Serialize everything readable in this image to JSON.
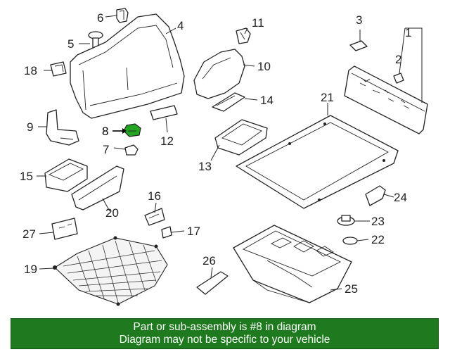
{
  "callouts": [
    {
      "id": "1",
      "label": "1"
    },
    {
      "id": "2",
      "label": "2"
    },
    {
      "id": "3",
      "label": "3"
    },
    {
      "id": "4",
      "label": "4"
    },
    {
      "id": "5",
      "label": "5"
    },
    {
      "id": "6",
      "label": "6"
    },
    {
      "id": "7",
      "label": "7"
    },
    {
      "id": "8",
      "label": "8"
    },
    {
      "id": "9",
      "label": "9"
    },
    {
      "id": "10",
      "label": "10"
    },
    {
      "id": "11",
      "label": "11"
    },
    {
      "id": "12",
      "label": "12"
    },
    {
      "id": "13",
      "label": "13"
    },
    {
      "id": "14",
      "label": "14"
    },
    {
      "id": "15",
      "label": "15"
    },
    {
      "id": "16",
      "label": "16"
    },
    {
      "id": "17",
      "label": "17"
    },
    {
      "id": "18",
      "label": "18"
    },
    {
      "id": "19",
      "label": "19"
    },
    {
      "id": "20",
      "label": "20"
    },
    {
      "id": "21",
      "label": "21"
    },
    {
      "id": "22",
      "label": "22"
    },
    {
      "id": "23",
      "label": "23"
    },
    {
      "id": "24",
      "label": "24"
    },
    {
      "id": "25",
      "label": "25"
    },
    {
      "id": "26",
      "label": "26"
    },
    {
      "id": "27",
      "label": "27"
    }
  ],
  "highlighted_part": "8",
  "colors": {
    "highlight": "#22a622",
    "banner_bg": "#1f7a1f",
    "banner_text": "#ffffff",
    "line": "#222222"
  },
  "banner": {
    "line1": "Part or sub-assembly is #8 in diagram",
    "line2": "Diagram may not be specific to your vehicle"
  }
}
